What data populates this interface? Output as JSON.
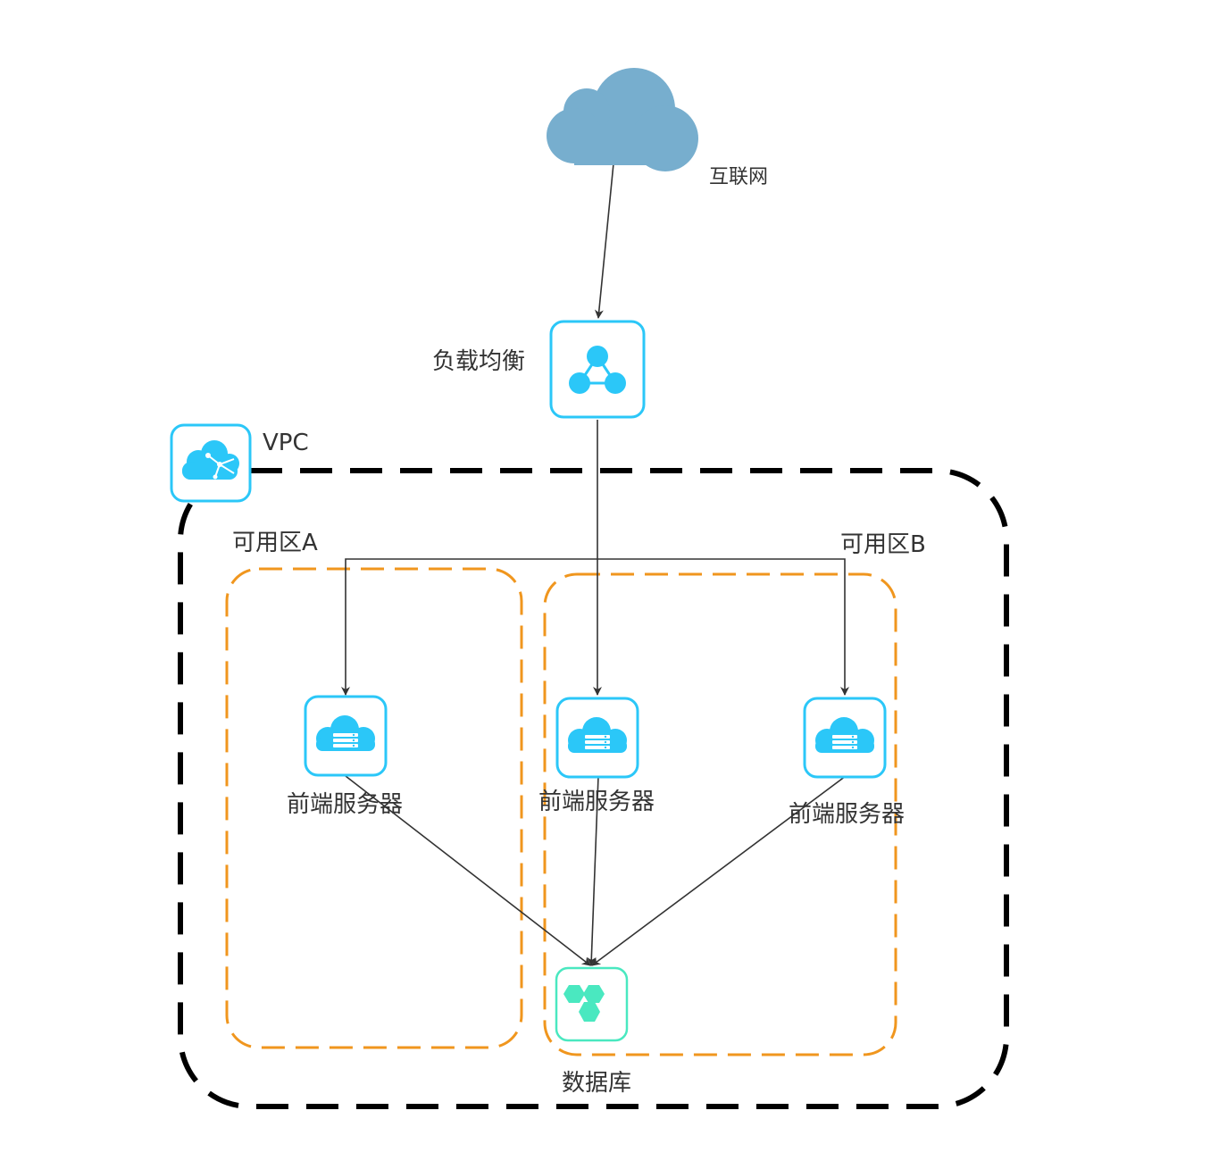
{
  "labels": {
    "internet": "互联网",
    "load_balancer": "负载均衡",
    "vpc": "VPC",
    "zone_a": "可用区A",
    "zone_b": "可用区B",
    "frontend_server_1": "前端服务器",
    "frontend_server_2": "前端服务器",
    "frontend_server_3": "前端服务器",
    "database": "数据库"
  },
  "colors": {
    "cloud": "#77AECE",
    "icon_blue": "#2BC7F8",
    "icon_green": "#4AE8C0",
    "zone_border": "#F0961E",
    "vpc_border": "#000000",
    "connector": "#333333",
    "label_text": "#333333"
  },
  "icons": {
    "internet": "cloud-icon",
    "load_balancer": "load-balancer-icon",
    "vpc": "vpc-icon",
    "frontend_server": "cloud-server-icon",
    "database": "database-icon"
  }
}
